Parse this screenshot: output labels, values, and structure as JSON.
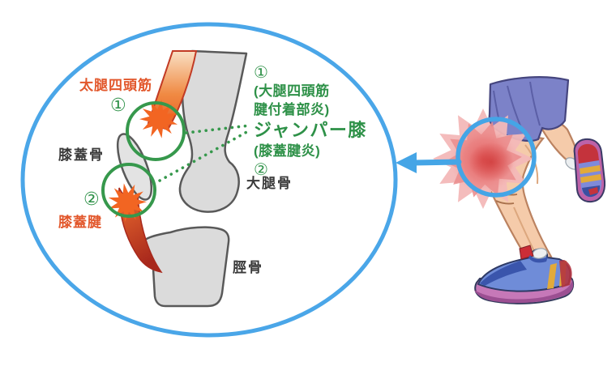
{
  "figure": {
    "anatomy_labels": {
      "quadriceps": "太腿四頭筋",
      "marker1": "①",
      "patella": "膝蓋骨",
      "marker2": "②",
      "patellar_tendon": "膝蓋腱",
      "femur": "大腿骨",
      "tibia": "脛骨"
    },
    "annotation": {
      "marker1": "①",
      "cause1_line1": "(大腿四頭筋",
      "cause1_line2": "腱付着部炎)",
      "title": "ジャンパー膝",
      "subtitle": "(膝蓋腱炎)",
      "marker2": "②"
    },
    "colors": {
      "outline_blue": "#4aa6e8",
      "annotation_green": "#2e9148",
      "tendon_orange": "#e2572b",
      "inflammation_orange": "#f26522",
      "bone_gray": "#dbdbdb",
      "pain_red": "#e05050"
    }
  }
}
